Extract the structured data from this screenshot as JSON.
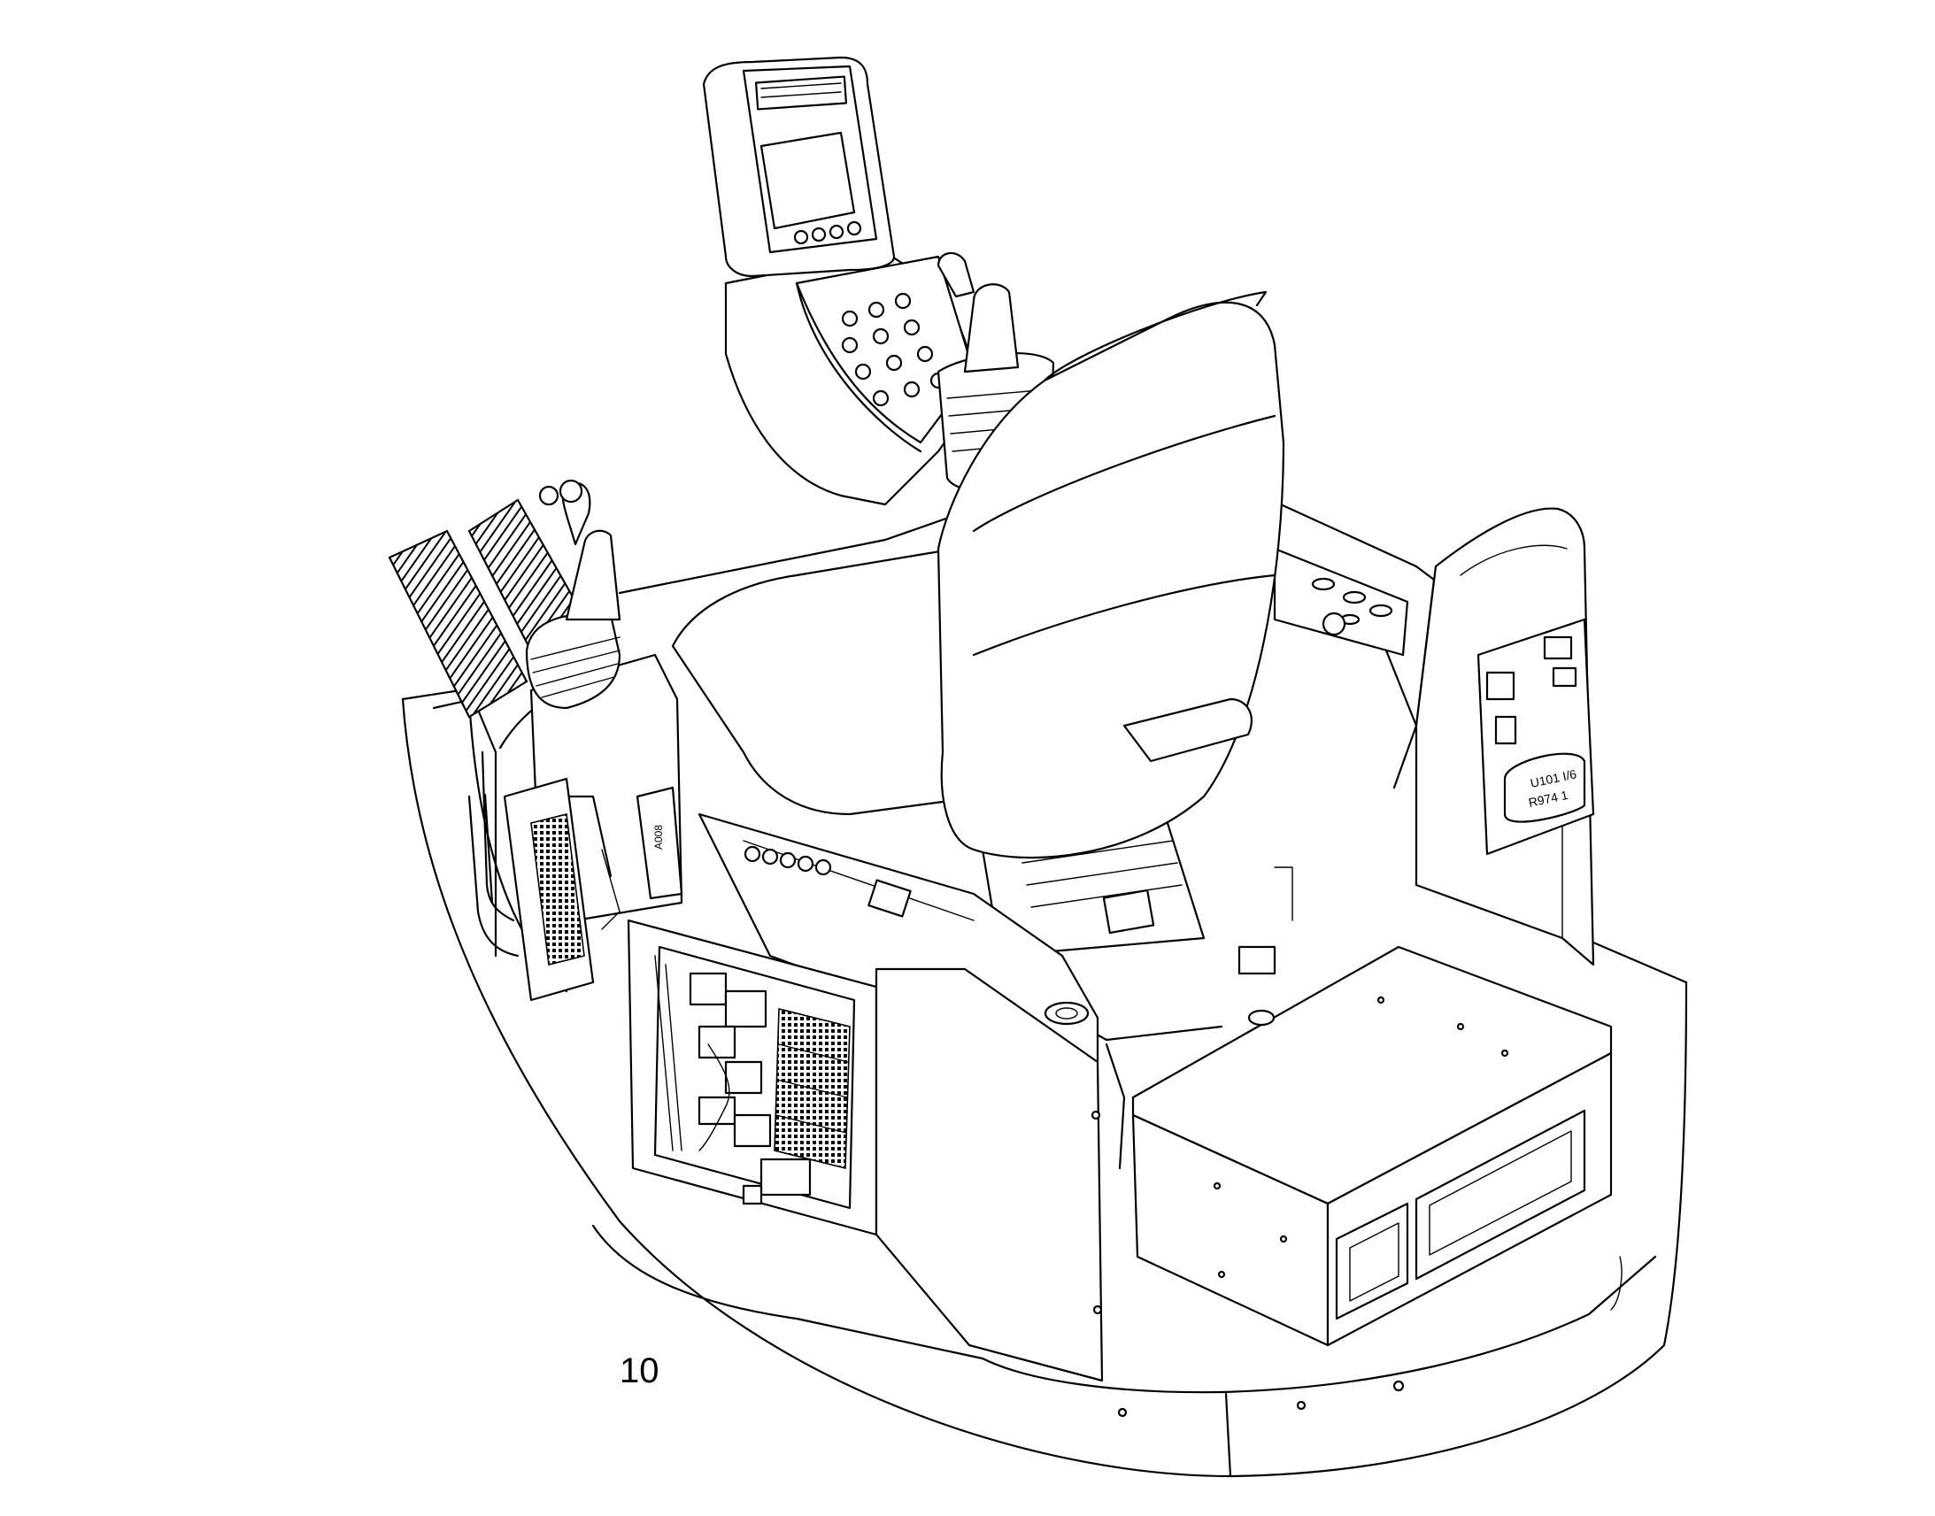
{
  "figure": {
    "callout_number": "10",
    "labels": {
      "module_line1": "U101 I/6",
      "module_line2": "R974 1",
      "relay_tag": "A008"
    }
  }
}
